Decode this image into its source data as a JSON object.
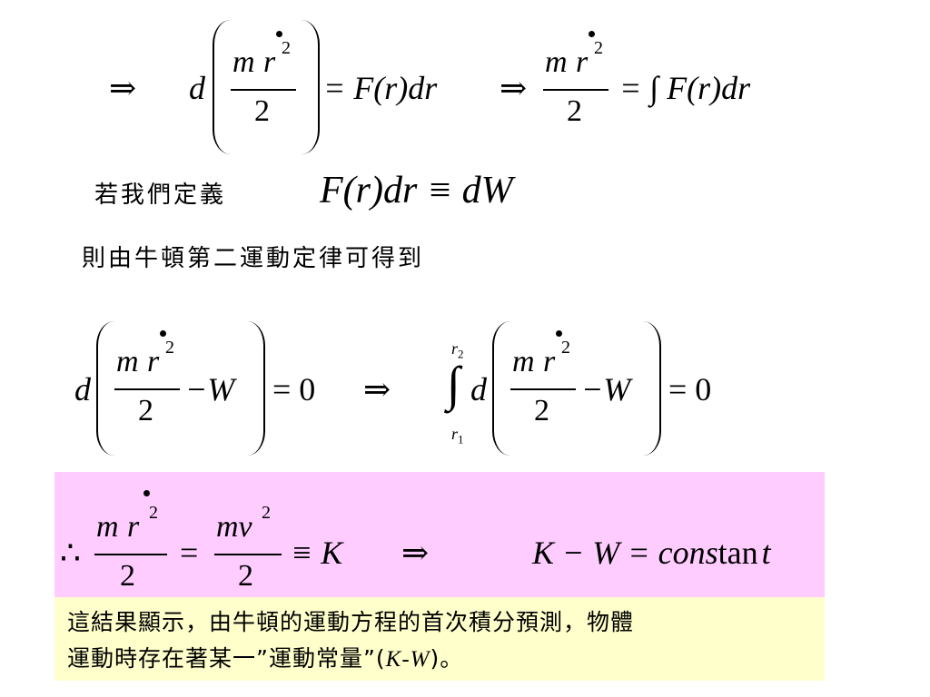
{
  "eq1": {
    "arrow1": "⇒",
    "d": "d",
    "m": "m",
    "r": "r",
    "sq": "2",
    "den": "2",
    "rhs": "= F(r)dr",
    "arrow2": "⇒",
    "m2": "m",
    "r2": "r",
    "sq2": "2",
    "den2": "2",
    "rhs2": "= ∫ F(r)dr"
  },
  "define": {
    "label": "若我們定義",
    "formula": "F(r)dr ≡ dW"
  },
  "newton_text": "則由牛頓第二運動定律可得到",
  "eq2": {
    "d": "d",
    "m": "m",
    "r": "r",
    "sq": "2",
    "den": "2",
    "minus_w": "−W",
    "eq0": "= 0",
    "arrow": "⇒",
    "upper": "r",
    "upper_sub": "2",
    "integral": "∫",
    "lower": "r",
    "lower_sub": "1",
    "d2": "d",
    "m2": "m",
    "r2": "r",
    "sq2": "2",
    "den2": "2",
    "minus_w2": "−W",
    "eq02": "= 0"
  },
  "eq3": {
    "therefore": "∴",
    "m": "m",
    "r": "r",
    "sq": "2",
    "den": "2",
    "eq": "=",
    "mv": "mv",
    "sq2": "2",
    "den2": "2",
    "equiv_k": "≡ K",
    "arrow": "⇒",
    "result_lhs": "K − W = ",
    "cons": "cons",
    "tan": "tan",
    "t": "t"
  },
  "conclusion": {
    "line1": "這結果顯示，由牛頓的運動方程的首次積分預測，物體",
    "line2_a": "運動時存在著某一”運動常量”(",
    "line2_kw": "K-W",
    "line2_b": ")。"
  },
  "colors": {
    "pink_box": "#ffccff",
    "yellow_box": "#ffffcc"
  }
}
